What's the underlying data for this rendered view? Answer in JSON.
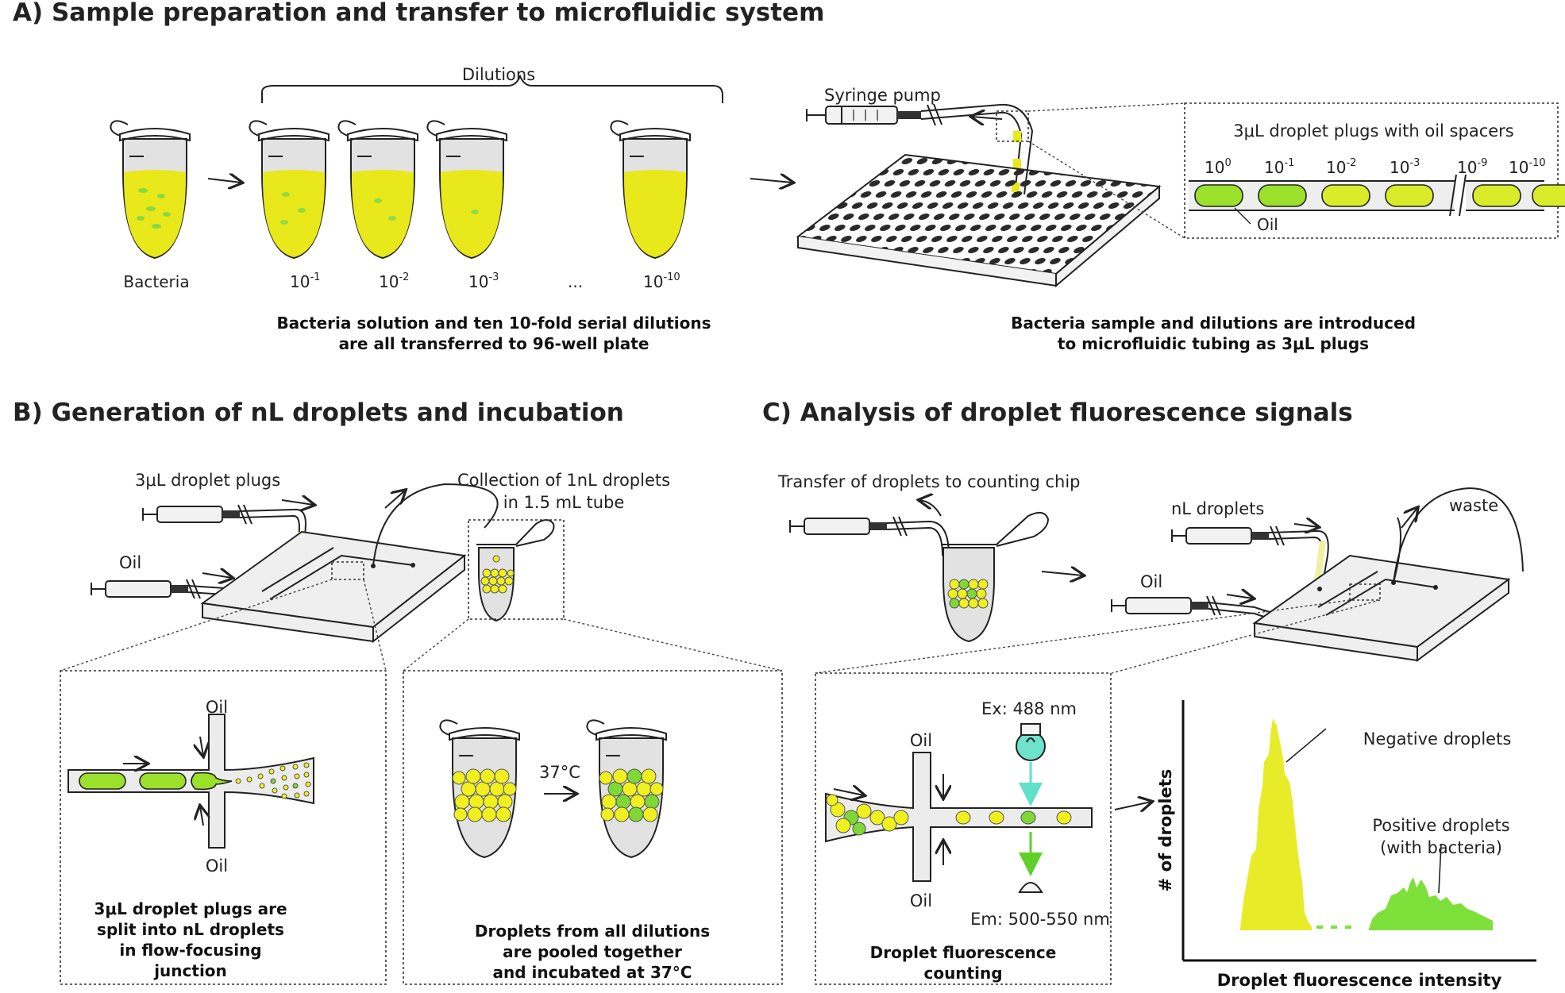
{
  "panel_a": {
    "title": "A) Sample preparation and transfer to microfluidic system",
    "dilutions_label": "Dilutions",
    "bacteria_label": "Bacteria",
    "tube_labels": [
      {
        "base": "10",
        "exp": "-1"
      },
      {
        "base": "10",
        "exp": "-2"
      },
      {
        "base": "10",
        "exp": "-3"
      },
      {
        "base": "10",
        "exp": "-10"
      }
    ],
    "ellipsis": "...",
    "syringe_label": "Syringe pump",
    "plugs_label": "3μL droplet plugs with oil spacers",
    "plug_labels": [
      {
        "base": "10",
        "exp": "0"
      },
      {
        "base": "10",
        "exp": "-1"
      },
      {
        "base": "10",
        "exp": "-2"
      },
      {
        "base": "10",
        "exp": "-3"
      },
      {
        "base": "10",
        "exp": "-9"
      },
      {
        "base": "10",
        "exp": "-10"
      }
    ],
    "oil_label": "Oil",
    "caption_left": [
      "Bacteria solution and ten 10-fold serial dilutions",
      "are all transferred to 96-well plate"
    ],
    "caption_right": [
      "Bacteria sample and dilutions are introduced",
      "to microfluidic tubing as 3μL plugs"
    ]
  },
  "panel_b": {
    "title": "B) Generation of nL droplets and incubation",
    "plugs_label": "3μL droplet plugs",
    "oil_label": "Oil",
    "collection_label": [
      "Collection of 1nL droplets",
      "in 1.5 mL tube"
    ],
    "junction_oil_top": "Oil",
    "junction_oil_bottom": "Oil",
    "caption_left": [
      "3μL droplet plugs are",
      "split into nL droplets",
      "in flow-focusing",
      "junction"
    ],
    "temp_label": "37°C",
    "caption_right": [
      "Droplets from all dilutions",
      "are pooled together",
      "and incubated at 37°C"
    ]
  },
  "panel_c": {
    "title": "C) Analysis of droplet fluorescence signals",
    "transfer_label": "Transfer of droplets to counting chip",
    "nl_label": "nL droplets",
    "waste_label": "waste",
    "oil_label": "Oil",
    "ex_label": "Ex: 488 nm",
    "em_label": "Em: 500-550 nm",
    "oil_top": "Oil",
    "oil_bottom": "Oil",
    "counting_caption": [
      "Droplet fluorescence",
      "counting"
    ],
    "negative_label": "Negative droplets",
    "positive_label": [
      "Positive droplets",
      "(with bacteria)"
    ],
    "y_axis": "# of droplets",
    "x_axis": "Droplet fluorescence intensity"
  },
  "colors": {
    "yellow": "#e8e81a",
    "green": "#7fd835",
    "cyan": "#5fe0c8"
  }
}
